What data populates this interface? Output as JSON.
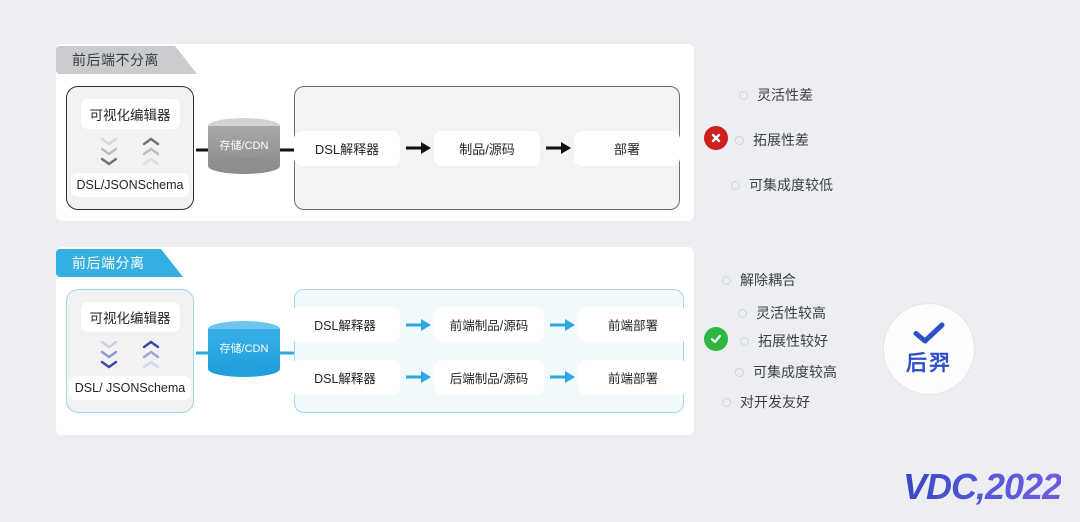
{
  "background_color": "#eceef2",
  "sections": {
    "top": {
      "ribbon_label": "前后端不分离",
      "editor": {
        "title": "可视化编辑器",
        "schema": "DSL/JSONSchema",
        "chevron_down_icon": "chevrons-down-icon",
        "chevron_up_icon": "chevrons-up-icon"
      },
      "storage": {
        "label": "存储/CDN",
        "icon": "database-cylinder-icon"
      },
      "flow_nodes": [
        "DSL解释器",
        "制品/源码",
        "部署"
      ],
      "accent_color": "#101114",
      "ribbon_color": "#c9cbcf"
    },
    "bottom": {
      "ribbon_label": "前后端分离",
      "editor": {
        "title": "可视化编辑器",
        "schema": "DSL/ JSONSchema",
        "chevron_down_icon": "chevrons-down-icon",
        "chevron_up_icon": "chevrons-up-icon"
      },
      "storage": {
        "label": "存储/CDN",
        "icon": "database-cylinder-icon"
      },
      "flow_rows": [
        [
          "DSL解释器",
          "前端制品/源码",
          "前端部署"
        ],
        [
          "DSL解释器",
          "后端制品/源码",
          "前端部署"
        ]
      ],
      "accent_color": "#2aa8e0",
      "ribbon_color": "#35aee2"
    }
  },
  "conclusions": {
    "negative": {
      "icon": "cross-circle-icon",
      "icon_color": "#d01f1f",
      "icon_glyph": "✕",
      "items": [
        "灵活性差",
        "拓展性差",
        "可集成度较低"
      ]
    },
    "positive": {
      "icon": "check-circle-icon",
      "icon_color": "#2fb542",
      "icon_glyph": "✔",
      "items": [
        "解除耦合",
        "灵活性较高",
        "拓展性较好",
        "可集成度较高",
        "对开发友好"
      ]
    }
  },
  "badge": {
    "name": "后羿",
    "check_icon": "check-mark-icon",
    "color": "#2f4fc9"
  },
  "logo": {
    "text": "VDC,2022",
    "color": "#3f49c9"
  }
}
